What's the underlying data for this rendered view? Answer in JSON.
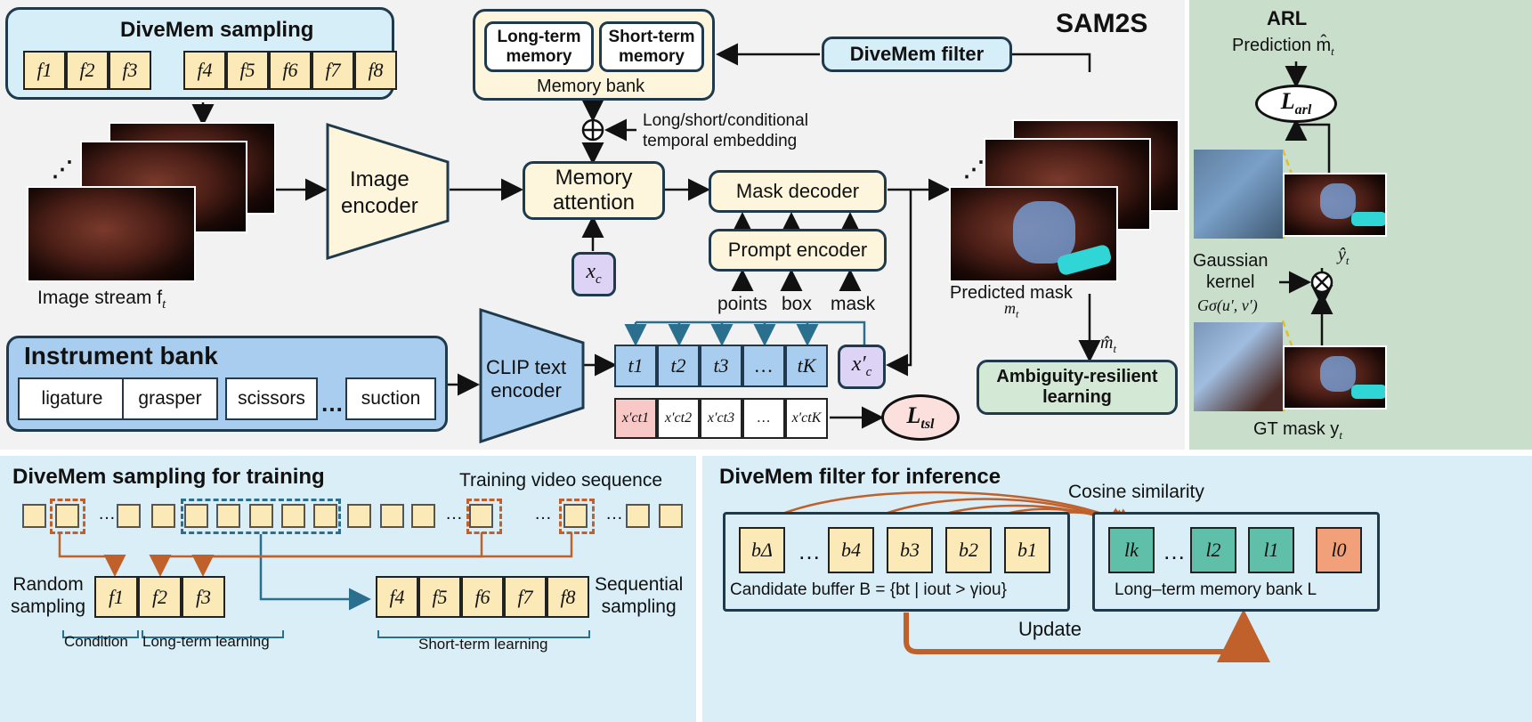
{
  "title": "SAM2S",
  "divemem_sampling": {
    "title": "DiveMem sampling",
    "frames_a": [
      "f1",
      "f2",
      "f3"
    ],
    "frames_b": [
      "f4",
      "f5",
      "f6",
      "f7",
      "f8"
    ]
  },
  "image_stream_label": "Image stream f",
  "image_stream_sub": "t",
  "image_encoder": "Image\nencoder",
  "memory_bank": {
    "long": "Long-term\nmemory",
    "short": "Short-term\nmemory",
    "caption": "Memory bank"
  },
  "temporal_embedding": "Long/short/conditional\ntemporal embedding",
  "memory_attention": "Memory\nattention",
  "xc": "x",
  "xc_sub": "c",
  "mask_decoder": "Mask decoder",
  "prompt_encoder": "Prompt encoder",
  "prompts": [
    "points",
    "box",
    "mask"
  ],
  "divemem_filter_label": "DiveMem filter",
  "predicted_mask": "Predicted mask",
  "predicted_mask_sym": "m",
  "mhat_label": "m̂",
  "ambiguity": "Ambiguity-resilient\nlearning",
  "instrument_bank": {
    "title": "Instrument bank",
    "items": [
      "ligature",
      "grasper",
      "scissors",
      "suction"
    ],
    "ellipsis": "…"
  },
  "clip": "CLIP text\nencoder",
  "text_tokens": [
    "t1",
    "t2",
    "t3",
    "…",
    "tK"
  ],
  "xc_prime": "x′",
  "products": [
    "x′ct1",
    "x′ct2",
    "x′ct3",
    "…",
    "x′ctK"
  ],
  "ltsl": "L",
  "ltsl_sub": "tsl",
  "arl": {
    "title": "ARL",
    "prediction": "Prediction m̂",
    "prediction_sub": "t",
    "larl": "L",
    "larl_sub": "arl",
    "yhat": "ŷ",
    "yhat_sub": "t",
    "gaussian": "Gaussian\nkernel",
    "gsigma": "Gσ(u′, v′)",
    "gt_mask": "GT mask y",
    "gt_sub": "t"
  },
  "training": {
    "title": "DiveMem sampling for training",
    "sequence": "Training video sequence",
    "random": "Random\nsampling",
    "sequential": "Sequential\nsampling",
    "condition": "Condition",
    "long_term": "Long-term learning",
    "short_term": "Short-term learning",
    "f_left": [
      "f1",
      "f2",
      "f3"
    ],
    "f_right": [
      "f4",
      "f5",
      "f6",
      "f7",
      "f8"
    ]
  },
  "inference": {
    "title": "DiveMem filter for inference",
    "cosine": "Cosine similarity",
    "buffer_cells": [
      "bΔ",
      "b4",
      "b3",
      "b2",
      "b1"
    ],
    "buffer_caption": "Candidate buffer B = {bt | iout > γiou}",
    "memory_cells": [
      "lk",
      "l2",
      "l1",
      "l0"
    ],
    "memory_caption": "Long–term memory bank L",
    "update": "Update"
  },
  "colors": {
    "blue_panel": "#cfe8f4",
    "instrument": "#a9cdee",
    "arl_panel": "#c9dfcc",
    "cream": "#fdf6dc",
    "teal": "#5fbfa9",
    "salmon": "#f2a07a",
    "orange_arrow": "#c0602a",
    "blue_arrow": "#2b6f8e"
  }
}
